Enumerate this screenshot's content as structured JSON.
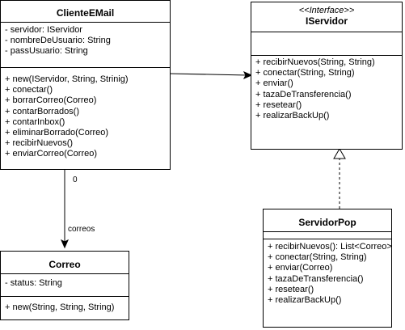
{
  "classes": {
    "cliente_email": {
      "name": "ClienteEMail",
      "attributes": [
        "- servidor: IServidor",
        "- nombreDeUsuario: String",
        "- passUsuario: String"
      ],
      "methods": [
        "+ new(IServidor, String, Strinig)",
        "+ conectar()",
        "+ borrarCorreo(Correo)",
        "+ contarBorrados()",
        "+ contarInbox()",
        "+ eliminarBorrado(Correo)",
        "+ recibirNuevos()",
        "+ enviarCorreo(Correo)"
      ]
    },
    "iservidor": {
      "stereotype": "<<Interface>>",
      "name": "IServidor",
      "methods": [
        "+ recibirNuevos(String, String)",
        "+ conectar(String, String)",
        "+ enviar()",
        "+ tazaDeTransferencia()",
        "+ resetear()",
        "+ realizarBackUp()"
      ]
    },
    "servidor_pop": {
      "name": "ServidorPop",
      "methods": [
        "+ recibirNuevos(): List<Correo>",
        "+ conectar(String, String)",
        "+ enviar(Correo)",
        "+ tazaDeTransferencia()",
        "+ resetear()",
        "+ realizarBackUp()"
      ]
    },
    "correo": {
      "name": "Correo",
      "attributes": [
        "- status: String"
      ],
      "methods": [
        "+ new(String, String, String)"
      ]
    }
  },
  "relations": {
    "association": {
      "multiplicity": "0",
      "role": "correos"
    }
  }
}
